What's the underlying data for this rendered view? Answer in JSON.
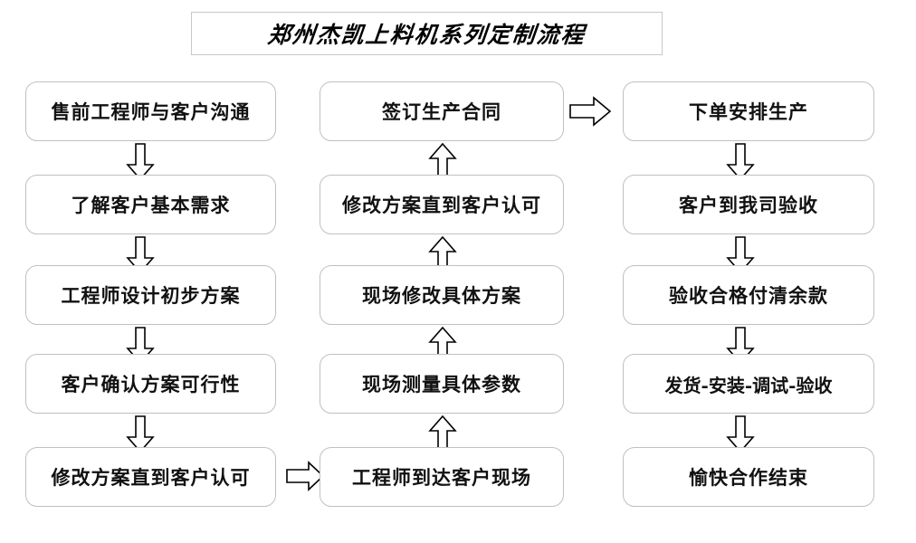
{
  "title": {
    "text": "郑州杰凯上料机系列定制流程"
  },
  "colors": {
    "box_border": "#c0c0c0",
    "title_border": "#c8c8c8",
    "text": "#111111",
    "arrow": "#000000",
    "background": "#ffffff"
  },
  "columns": [
    {
      "name": "column-left",
      "nodes": [
        {
          "label": "售前工程师与客户沟通"
        },
        {
          "label": "了解客户基本需求"
        },
        {
          "label": "工程师设计初步方案"
        },
        {
          "label": "客户确认方案可行性"
        },
        {
          "label": "修改方案直到客户认可"
        }
      ]
    },
    {
      "name": "column-middle",
      "nodes": [
        {
          "label": "签订生产合同"
        },
        {
          "label": "修改方案直到客户认可"
        },
        {
          "label": "现场修改具体方案"
        },
        {
          "label": "现场测量具体参数"
        },
        {
          "label": "工程师到达客户现场"
        }
      ]
    },
    {
      "name": "column-right",
      "nodes": [
        {
          "label": "下单安排生产"
        },
        {
          "label": "客户到我司验收"
        },
        {
          "label": "验收合格付清余款"
        },
        {
          "label": "发货-安装-调试-验收"
        },
        {
          "label": "愉快合作结束"
        }
      ]
    }
  ],
  "connectors": {
    "left_down": "down-arrow",
    "middle_up": "up-arrow",
    "right_down": "down-arrow",
    "left_to_middle": "right-arrow",
    "middle_to_right": "right-arrow"
  }
}
